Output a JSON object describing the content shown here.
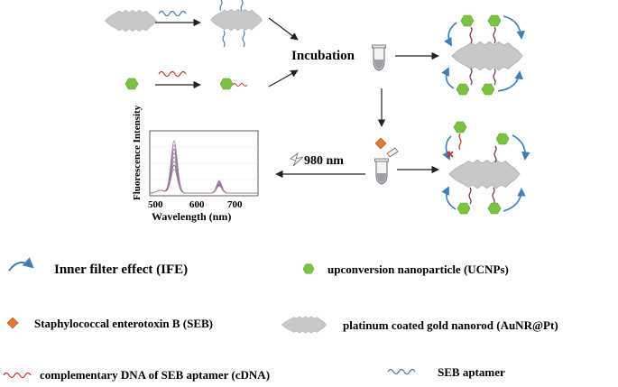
{
  "diagram": {
    "incubation_label": "Incubation",
    "laser_label": "980 nm",
    "chart": {
      "ylabel": "Fluorescence Intensity",
      "xlabel": "Wavelength   (nm)",
      "ticks": [
        "500",
        "600",
        "700"
      ]
    }
  },
  "legend": {
    "ife": "Inner  filter effect (IFE)",
    "ucnp": "upconversion nanoparticle (UCNPs)",
    "seb": "Staphylococcal enterotoxin B (SEB)",
    "aunr": "platinum coated gold nanorod  (AuNR@Pt)",
    "cdna": "complementary DNA of SEB aptamer (cDNA)",
    "aptamer": "SEB aptamer"
  },
  "colors": {
    "ucnp_green": "#7cc242",
    "seb_orange": "#e07a2e",
    "cdna_red": "#c0392b",
    "aptamer_blue": "#3a74a8",
    "ife_arrow": "#3f7fb4",
    "nanorod_gray": "#c8c8c8",
    "cross_red": "#c62828"
  },
  "icons": [
    "nanorod-shape",
    "hexagon-ucnp",
    "diamond-seb",
    "wave-cdna",
    "wave-aptamer",
    "curved-arrow-ife",
    "tube-icon",
    "lightning-icon",
    "cross-icon"
  ]
}
